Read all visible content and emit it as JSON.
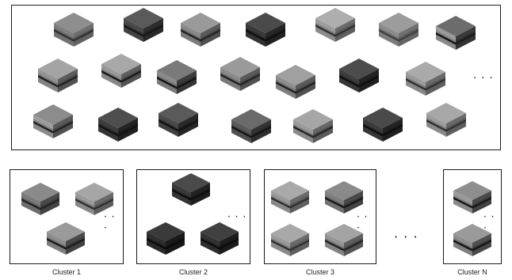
{
  "pool": {
    "continuation": "· · ·",
    "cubes": [
      {
        "top": "#8e8e8e",
        "side": "#6e6e6e",
        "front": "#7f7f7f",
        "band": "#3a3a3a"
      },
      {
        "top": "#5a5a5a",
        "side": "#2e2e2e",
        "front": "#4a4a4a",
        "band": "#1c1c1c"
      },
      {
        "top": "#9a9a9a",
        "side": "#5a5a5a",
        "front": "#8a8a8a",
        "band": "#2c2c2c"
      },
      {
        "top": "#4a4a4a",
        "side": "#262626",
        "front": "#3a3a3a",
        "band": "#121212"
      },
      {
        "top": "#aeaeae",
        "side": "#6a6a6a",
        "front": "#9c9c9c",
        "band": "#3a3a3a"
      },
      {
        "top": "#9c9c9c",
        "side": "#707070",
        "front": "#8c8c8c",
        "band": "#4a4a4a"
      },
      {
        "top": "#6c6c6c",
        "side": "#3a3a3a",
        "front": "#9a9a9a",
        "band": "#1e1e1e"
      },
      {
        "top": "#a4a4a4",
        "side": "#5c5c5c",
        "front": "#949494",
        "band": "#2a2a2a"
      },
      {
        "top": "#a8a8a8",
        "side": "#5e5e5e",
        "front": "#989898",
        "band": "#222222"
      },
      {
        "top": "#7a7a7a",
        "side": "#3c3c3c",
        "front": "#8a8a8a",
        "band": "#1a1a1a"
      },
      {
        "top": "#9a9a9a",
        "side": "#5a5a5a",
        "front": "#8a8a8a",
        "band": "#2a2a2a"
      },
      {
        "top": "#a0a0a0",
        "side": "#5a5a5a",
        "front": "#8e8e8e",
        "band": "#2a2a2a"
      },
      {
        "top": "#4c4c4c",
        "side": "#242424",
        "front": "#3e3e3e",
        "band": "#121212"
      },
      {
        "top": "#aaaaaa",
        "side": "#6a6a6a",
        "front": "#9a9a9a",
        "band": "#3a3a3a"
      },
      {
        "top": "#8c8c8c",
        "side": "#5a5a5a",
        "front": "#9c9c9c",
        "band": "#2a2a2a"
      },
      {
        "top": "#4e4e4e",
        "side": "#242424",
        "front": "#3c3c3c",
        "band": "#161616"
      },
      {
        "top": "#5a5a5a",
        "side": "#2a2a2a",
        "front": "#4a4a4a",
        "band": "#161616"
      },
      {
        "top": "#6a6a6a",
        "side": "#343434",
        "front": "#5a5a5a",
        "band": "#1a1a1a"
      },
      {
        "top": "#a6a6a6",
        "side": "#666666",
        "front": "#9a9a9a",
        "band": "#2e2e2e"
      },
      {
        "top": "#4a4a4a",
        "side": "#242424",
        "front": "#3c3c3c",
        "band": "#101010"
      },
      {
        "top": "#a8a8a8",
        "side": "#6a6a6a",
        "front": "#9c9c9c",
        "band": "#3a3a3a"
      }
    ]
  },
  "clusters": [
    {
      "label": "Cluster 1",
      "continuation": "· · ·",
      "cubes": [
        {
          "top": "#8a8a8a",
          "side": "#4a4a4a",
          "front": "#7a7a7a",
          "band": "#2a2a2a"
        },
        {
          "top": "#a6a6a6",
          "side": "#6a6a6a",
          "front": "#9a9a9a",
          "band": "#3a3a3a"
        },
        {
          "top": "#9a9a9a",
          "side": "#4a4a4a",
          "front": "#8e8e8e",
          "band": "#222222"
        }
      ]
    },
    {
      "label": "Cluster 2",
      "continuation": "· · ·",
      "cubes": [
        {
          "top": "#4a4a4a",
          "side": "#222222",
          "front": "#3a3a3a",
          "band": "#101010"
        },
        {
          "top": "#3a3a3a",
          "side": "#1a1a1a",
          "front": "#2e2e2e",
          "band": "#0c0c0c"
        },
        {
          "top": "#404040",
          "side": "#1e1e1e",
          "front": "#333333",
          "band": "#0e0e0e"
        }
      ]
    },
    {
      "label": "Cluster 3",
      "continuation": "· · ·",
      "cubes": [
        {
          "top": "#aaaaaa",
          "side": "#6a6a6a",
          "front": "#9a9a9a",
          "band": "#3a3a3a"
        },
        {
          "top": "#8a8a8a",
          "side": "#4a4a4a",
          "front": "#7e7e7e",
          "band": "#1e1e1e"
        },
        {
          "top": "#a8a8a8",
          "side": "#6a6a6a",
          "front": "#9a9a9a",
          "band": "#3a3a3a"
        },
        {
          "top": "#a4a4a4",
          "side": "#5e5e5e",
          "front": "#949494",
          "band": "#2a2a2a"
        }
      ]
    },
    {
      "label": "Cluster N",
      "continuation": "· · ·",
      "cubes": [
        {
          "top": "#8e8e8e",
          "side": "#4a4a4a",
          "front": "#9a9a9a",
          "band": "#1e1e1e"
        },
        {
          "top": "#9a9a9a",
          "side": "#505050",
          "front": "#8e8e8e",
          "band": "#1a1a1a"
        }
      ]
    }
  ],
  "between_clusters": "· · ·"
}
